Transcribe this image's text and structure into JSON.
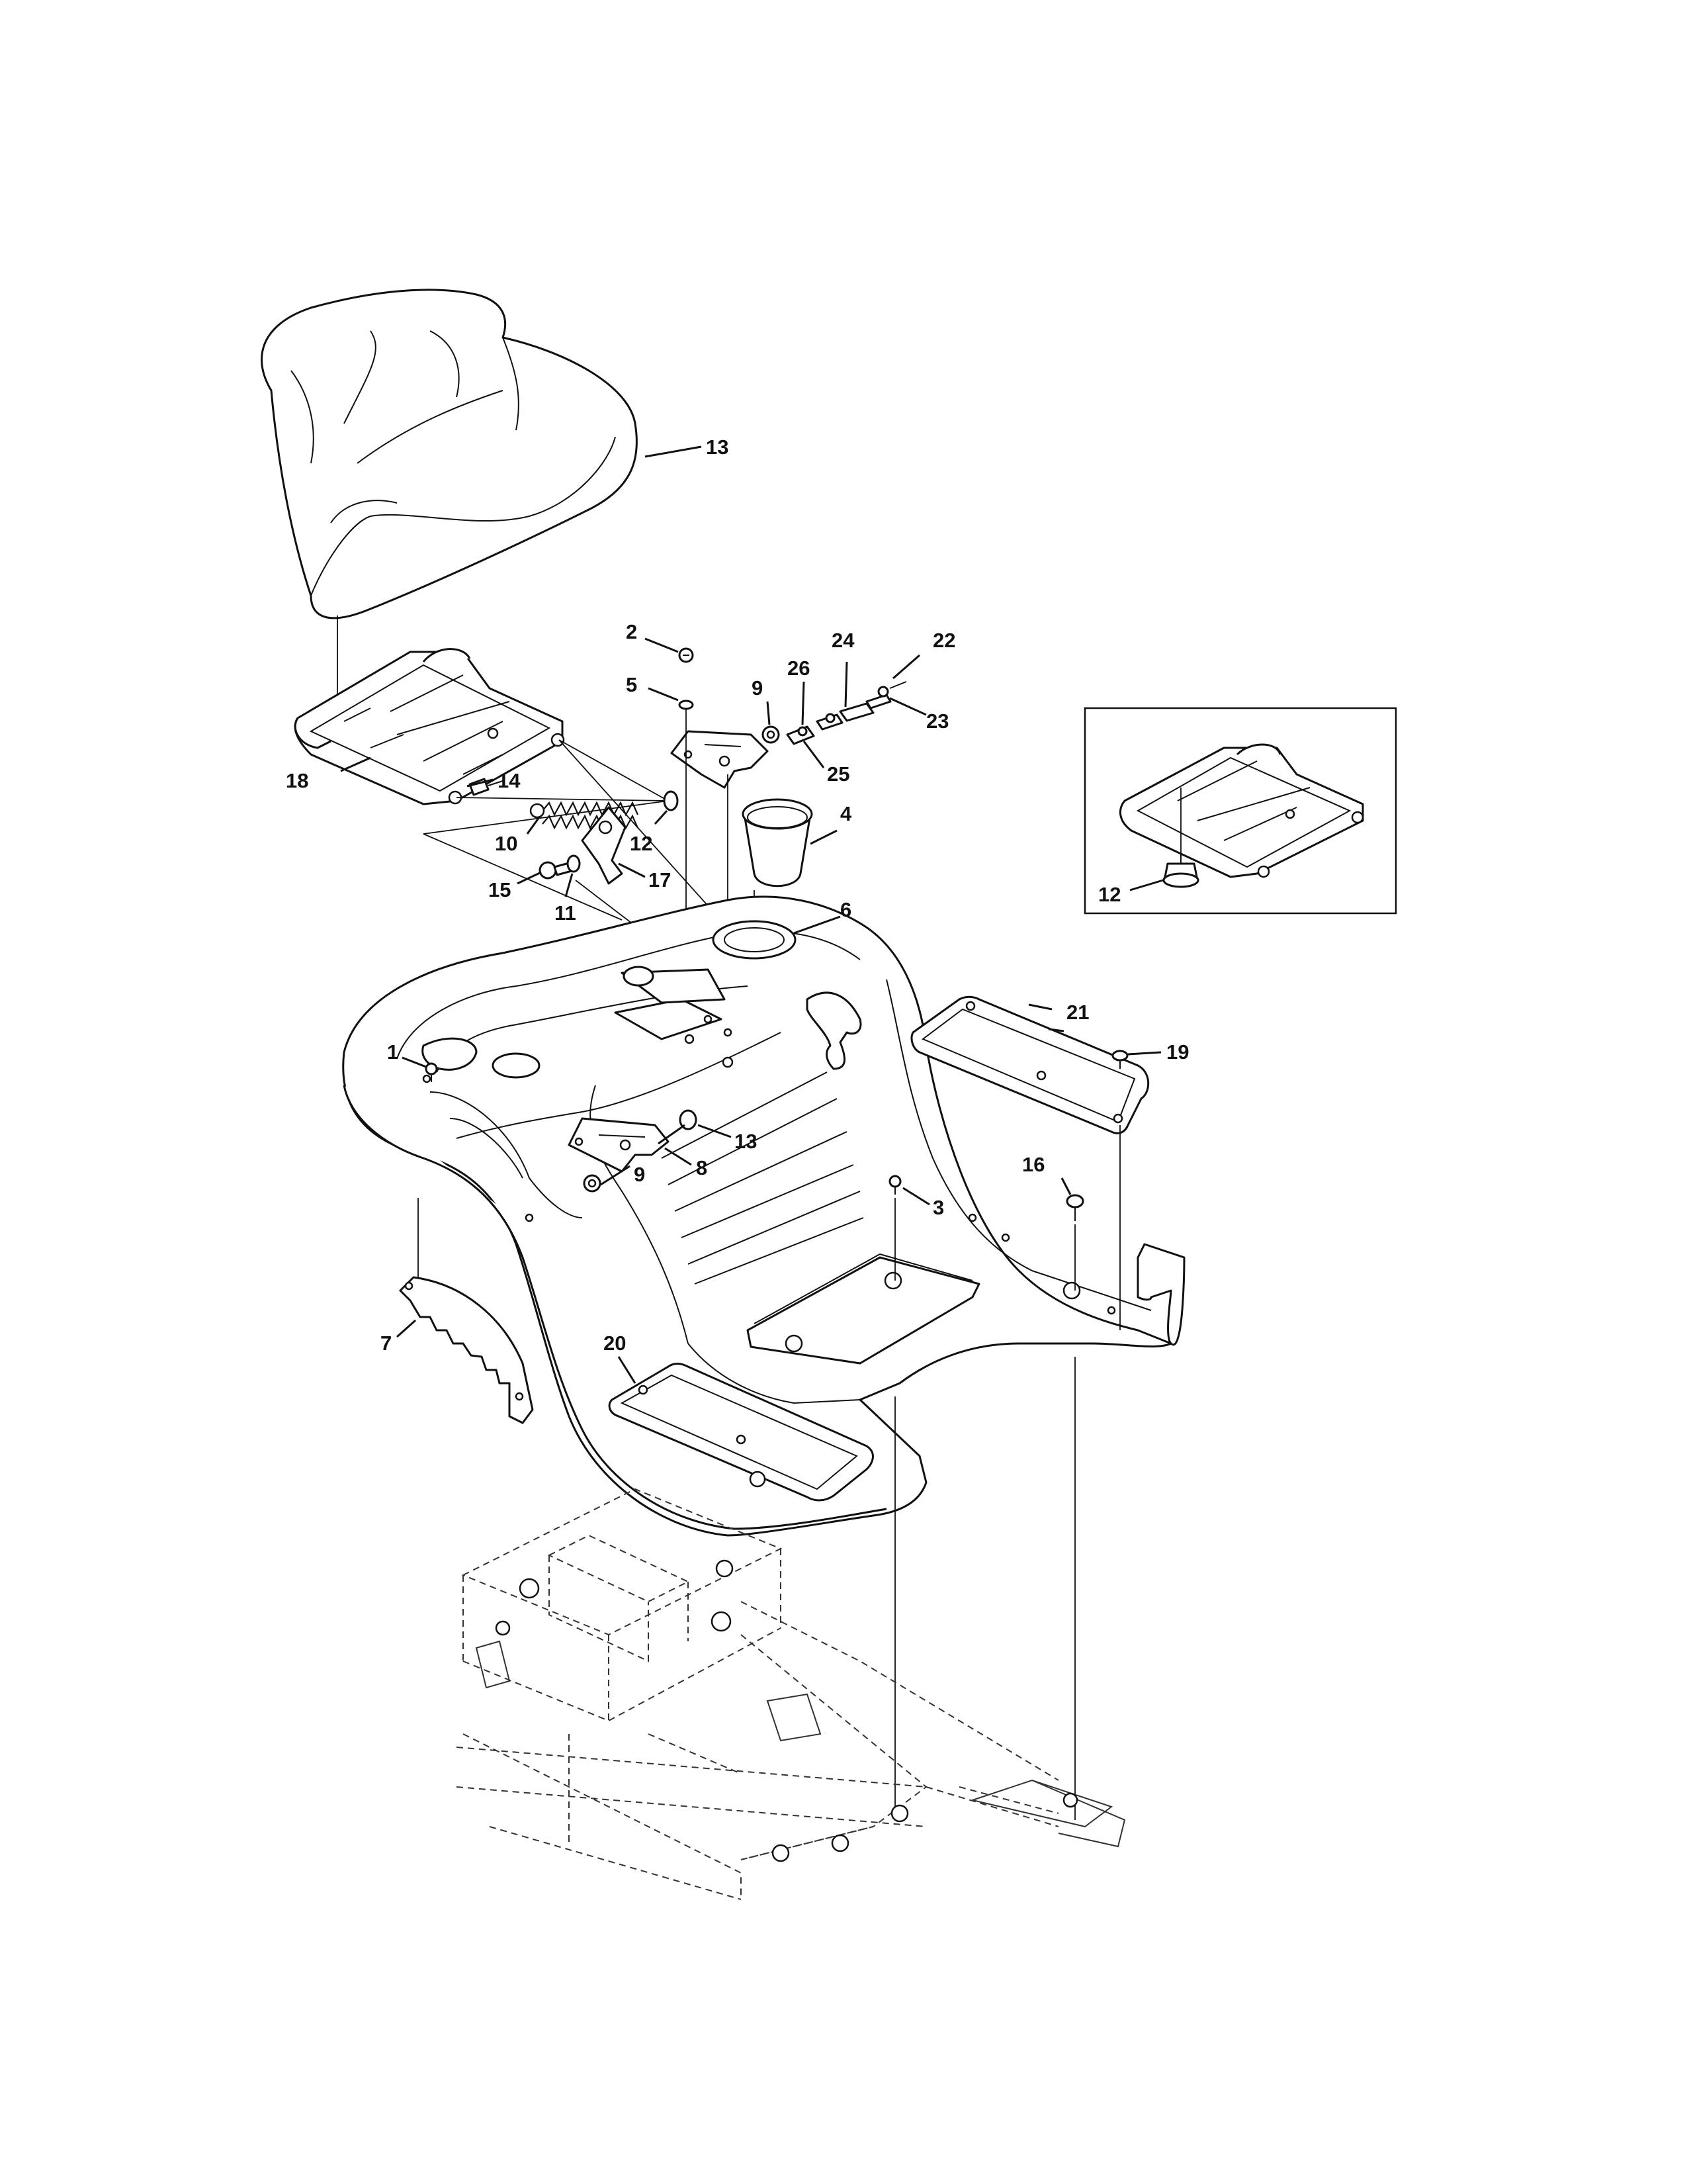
{
  "callouts": [
    {
      "id": "c1",
      "label": "1"
    },
    {
      "id": "c2",
      "label": "2"
    },
    {
      "id": "c3",
      "label": "3"
    },
    {
      "id": "c4",
      "label": "4"
    },
    {
      "id": "c5",
      "label": "5"
    },
    {
      "id": "c6",
      "label": "6"
    },
    {
      "id": "c7",
      "label": "7"
    },
    {
      "id": "c8",
      "label": "8"
    },
    {
      "id": "c9a",
      "label": "9"
    },
    {
      "id": "c9b",
      "label": "9"
    },
    {
      "id": "c10",
      "label": "10"
    },
    {
      "id": "c11",
      "label": "11"
    },
    {
      "id": "c12a",
      "label": "12"
    },
    {
      "id": "c12b",
      "label": "12"
    },
    {
      "id": "c13a",
      "label": "13"
    },
    {
      "id": "c13b",
      "label": "13"
    },
    {
      "id": "c14",
      "label": "14"
    },
    {
      "id": "c15",
      "label": "15"
    },
    {
      "id": "c16",
      "label": "16"
    },
    {
      "id": "c17",
      "label": "17"
    },
    {
      "id": "c18",
      "label": "18"
    },
    {
      "id": "c19",
      "label": "19"
    },
    {
      "id": "c20",
      "label": "20"
    },
    {
      "id": "c21",
      "label": "21"
    },
    {
      "id": "c22",
      "label": "22"
    },
    {
      "id": "c23",
      "label": "23"
    },
    {
      "id": "c24",
      "label": "24"
    },
    {
      "id": "c25",
      "label": "25"
    },
    {
      "id": "c26",
      "label": "26"
    }
  ],
  "colors": {
    "ink": "#111111",
    "paper": "#ffffff"
  }
}
